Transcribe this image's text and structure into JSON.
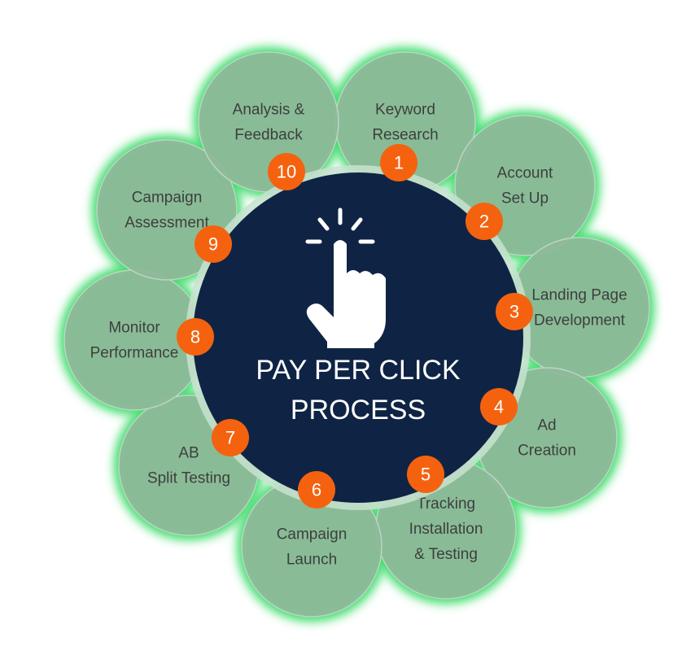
{
  "title_lines": [
    "PAY PER CLICK",
    "PROCESS"
  ],
  "colors": {
    "center": "#0f2444",
    "petal": "#8fb89a",
    "glow": "#3ddc6a",
    "badge": "#f5620f",
    "ring": "#c8e2cf"
  },
  "center_icon": "tap-hand-icon",
  "steps": [
    {
      "number": "1",
      "lines": [
        "Keyword",
        "Research"
      ]
    },
    {
      "number": "2",
      "lines": [
        "Account",
        "Set Up"
      ]
    },
    {
      "number": "3",
      "lines": [
        "Landing Page",
        "Development"
      ]
    },
    {
      "number": "4",
      "lines": [
        "Ad",
        "Creation"
      ]
    },
    {
      "number": "5",
      "lines": [
        "Tracking",
        "Installation",
        "& Testing"
      ]
    },
    {
      "number": "6",
      "lines": [
        "Campaign",
        "Launch"
      ]
    },
    {
      "number": "7",
      "lines": [
        "AB",
        "Split Testing"
      ]
    },
    {
      "number": "8",
      "lines": [
        "Monitor",
        "Performance"
      ]
    },
    {
      "number": "9",
      "lines": [
        "Campaign",
        "Assessment"
      ]
    },
    {
      "number": "10",
      "lines": [
        "Analysis &",
        "Feedback"
      ]
    }
  ]
}
